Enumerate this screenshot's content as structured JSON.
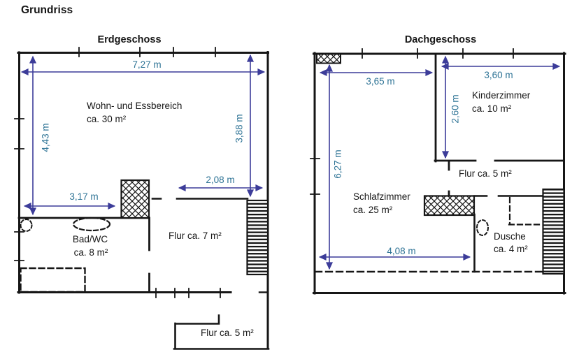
{
  "title": "Grundriss",
  "colors": {
    "wall": "#161616",
    "dimension_line": "#3c3c99",
    "dimension_text": "#2f7496",
    "background": "#ffffff"
  },
  "erdgeschoss": {
    "title": "Erdgeschoss",
    "rooms": {
      "wohnbereich_label": "Wohn- und Essbereich",
      "wohnbereich_area": "ca. 30 m²",
      "bad_label": "Bad/WC",
      "bad_area": "ca. 8 m²",
      "flur_label": "Flur ca. 7 m²",
      "flur_unten_label": "Flur ca. 5 m²"
    },
    "dimensions": {
      "width_top": "7,27 m",
      "height_left": "4,43 m",
      "height_right": "3,88 m",
      "bad_width": "3,17 m",
      "flur_width": "2,08 m"
    }
  },
  "dachgeschoss": {
    "title": "Dachgeschoss",
    "rooms": {
      "kinderzimmer_label": "Kinderzimmer",
      "kinderzimmer_area": "ca. 10 m²",
      "flur_label": "Flur ca. 5 m²",
      "schlafzimmer_label": "Schlafzimmer",
      "schlafzimmer_area": "ca. 25 m²",
      "dusche_label": "Dusche",
      "dusche_area": "ca. 4 m²"
    },
    "dimensions": {
      "left_width": "3,65 m",
      "kinder_width": "3,60 m",
      "kinder_height": "2,60 m",
      "height_left": "6,27 m",
      "schlaf_width": "4,08 m"
    }
  }
}
